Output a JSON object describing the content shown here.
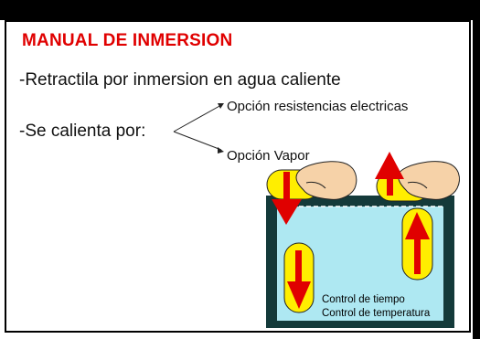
{
  "slide": {
    "title": "MANUAL DE INMERSION",
    "line1": "-Retractila por inmersion en agua caliente",
    "line2": "-Se calienta por:",
    "option1": "Opción resistencias electricas",
    "option2": "Opción Vapor"
  },
  "tank": {
    "control_time": "Control de tiempo",
    "control_temp": "Control de temperatura"
  },
  "colors": {
    "title": "#e00000",
    "water": "#aee8f2",
    "tank_wall": "#143a3a",
    "pill": "#ffee00",
    "arrow": "#e00000"
  }
}
